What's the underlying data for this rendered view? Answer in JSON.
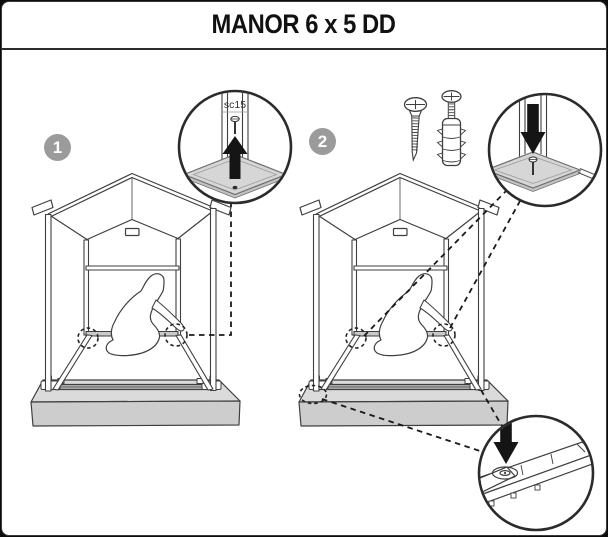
{
  "title": "MANOR 6 x 5 DD",
  "steps": [
    {
      "number": "1",
      "part_label": "sc15",
      "icons": [
        "magnifier-callout-icon",
        "screw-icon",
        "arrow-up-icon",
        "corner-plate",
        "kneeling-person",
        "shed-frame",
        "base-slab",
        "dashed-highlight-circle"
      ]
    },
    {
      "number": "2",
      "icons": [
        "wood-screw-icon",
        "wall-plug-icon",
        "magnifier-callout-icon",
        "arrow-down-icon",
        "corner-plate",
        "floor-rail-detail",
        "kneeling-person",
        "shed-frame",
        "base-slab",
        "dashed-highlight-circle"
      ]
    }
  ],
  "colors": {
    "line": "#3f3f3f",
    "badge_gray": "#9b9b9b",
    "slab_gray": "#d9d9d9",
    "plate_gray": "#d6d6d6",
    "arrow_black": "#151515",
    "border": "#3a3a3a",
    "background": "#ffffff"
  }
}
